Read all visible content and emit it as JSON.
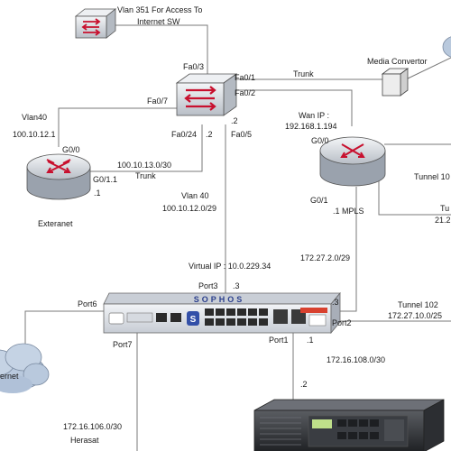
{
  "labels": {
    "vlan351_line1": "Vlan 351 For Access To",
    "vlan351_line2": "Internet SW",
    "fa03": "Fa0/3",
    "fa01": "Fa0/1",
    "fa02": "Fa0/2",
    "fa07": "Fa0/7",
    "fa024": "Fa0/24",
    "fa05": "Fa0/5",
    "trunk_top": "Trunk",
    "media_convertor": "Media Convertor",
    "wan_ip_label": "Wan IP :",
    "wan_ip": "192.168.1.194",
    "g00_right": "G0/0",
    "vlan40_left": "Vlan40",
    "ip_100_10_12_1": "100.10.12.1",
    "g00_left": "G0/0",
    "dot2_a": ".2",
    "dot2_b": ".2",
    "subnet_100_10_13": "100.10.13.0/30",
    "g011": "G0/1.1",
    "trunk_left": "Trunk",
    "dot1_ext": ".1",
    "externet": "Exteranet",
    "vlan40_mid": "Vlan 40",
    "subnet_100_10_12": "100.10.12.0/29",
    "tunnel10": "Tunnel 10",
    "g01": "G0/1",
    "mpls": ".1 MPLS",
    "tu": "Tu",
    "ip_21_2": "21.2",
    "subnet_172_27_2": "172.27.2.0/29",
    "virtual_ip": "Virtual IP : 10.0.229.34",
    "port3": "Port3",
    "dot3_a": ".3",
    "dot3_b": ".3",
    "tunnel102": "Tunnel 102",
    "subnet_172_27_10": "172.27.10.0/25",
    "port6": "Port6",
    "port2": "Port2",
    "port7": "Port7",
    "port1": "Port1",
    "dot1_p1": ".1",
    "internet": "ernet",
    "subnet_172_16_108": "172.16.108.0/30",
    "dot2_srv": ".2",
    "subnet_172_16_106": "172.16.106.0/30",
    "herasat": "Herasat",
    "sophos_brand": "SOPHOS"
  },
  "colors": {
    "router_body": "#dfe3e8",
    "router_arrows": "#c8102e",
    "firewall_logo": "#2a3e8c",
    "cloud": "#b9c9dd",
    "link": "#7a7a7a"
  },
  "icons": [
    "switch-icon",
    "router-icon",
    "firewall-icon",
    "server-icon",
    "cloud-icon",
    "media-convertor-icon"
  ]
}
